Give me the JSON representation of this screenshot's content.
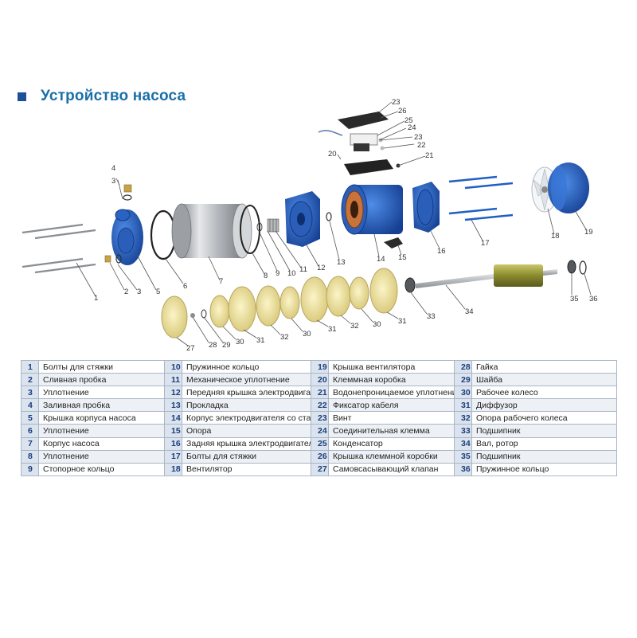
{
  "header": {
    "title": "Устройство насоса"
  },
  "callouts": [
    "1",
    "2",
    "3",
    "3",
    "4",
    "5",
    "6",
    "7",
    "8",
    "9",
    "10",
    "11",
    "12",
    "13",
    "14",
    "15",
    "16",
    "17",
    "18",
    "19",
    "20",
    "21",
    "22",
    "23",
    "23",
    "24",
    "25",
    "26",
    "27",
    "28",
    "29",
    "30",
    "30",
    "30",
    "31",
    "31",
    "31",
    "32",
    "32",
    "33",
    "34",
    "35",
    "36"
  ],
  "legend": {
    "rows": [
      [
        {
          "n": "1",
          "t": "Болты для стяжки"
        },
        {
          "n": "10",
          "t": "Пружинное кольцо"
        },
        {
          "n": "19",
          "t": "Крышка вентилятора"
        },
        {
          "n": "28",
          "t": "Гайка"
        }
      ],
      [
        {
          "n": "2",
          "t": "Сливная пробка"
        },
        {
          "n": "11",
          "t": "Механическое уплотнение"
        },
        {
          "n": "20",
          "t": "Клеммная коробка"
        },
        {
          "n": "29",
          "t": "Шайба"
        }
      ],
      [
        {
          "n": "3",
          "t": "Уплотнение"
        },
        {
          "n": "12",
          "t": "Передняя крышка электродвигателя"
        },
        {
          "n": "21",
          "t": "Водонепроницаемое уплотнение"
        },
        {
          "n": "30",
          "t": "Рабочее колесо"
        }
      ],
      [
        {
          "n": "4",
          "t": "Заливная пробка"
        },
        {
          "n": "13",
          "t": "Прокладка"
        },
        {
          "n": "22",
          "t": "Фиксатор кабеля"
        },
        {
          "n": "31",
          "t": "Диффузор"
        }
      ],
      [
        {
          "n": "5",
          "t": "Крышка корпуса насоса"
        },
        {
          "n": "14",
          "t": "Корпус электродвигателя со статором"
        },
        {
          "n": "23",
          "t": "Винт"
        },
        {
          "n": "32",
          "t": "Опора рабочего колеса"
        }
      ],
      [
        {
          "n": "6",
          "t": "Уплотнение"
        },
        {
          "n": "15",
          "t": "Опора"
        },
        {
          "n": "24",
          "t": "Соединительная клемма"
        },
        {
          "n": "33",
          "t": "Подшипник"
        }
      ],
      [
        {
          "n": "7",
          "t": "Корпус насоса"
        },
        {
          "n": "16",
          "t": "Задняя крышка электродвигателя"
        },
        {
          "n": "25",
          "t": "Конденсатор"
        },
        {
          "n": "34",
          "t": "Вал, ротор"
        }
      ],
      [
        {
          "n": "8",
          "t": "Уплотнение"
        },
        {
          "n": "17",
          "t": "Болты для стяжки"
        },
        {
          "n": "26",
          "t": "Крышка клеммной коробки"
        },
        {
          "n": "35",
          "t": "Подшипник"
        }
      ],
      [
        {
          "n": "9",
          "t": "Стопорное кольцо"
        },
        {
          "n": "18",
          "t": "Вентилятор"
        },
        {
          "n": "27",
          "t": "Самовсасывающий клапан"
        },
        {
          "n": "36",
          "t": "Пружинное кольцо"
        }
      ]
    ]
  },
  "colors": {
    "title": "#1a6fa8",
    "title_square": "#1f4e9a",
    "pump_blue": "#1f5fc4",
    "steel": "#b8bcc0",
    "impeller": "#e8dc9a",
    "copper": "#c8733a",
    "rotor_green": "#9a9a3a"
  }
}
